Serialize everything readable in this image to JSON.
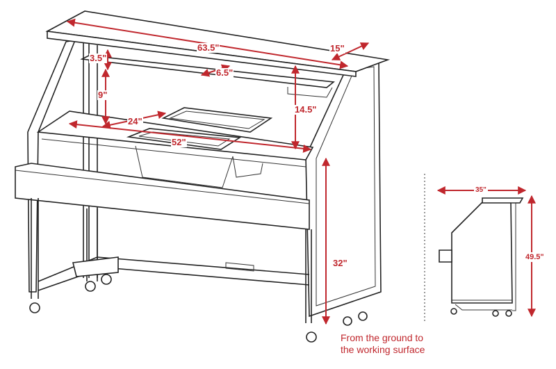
{
  "title": "Portable bar dimensions diagram",
  "accent_color": "#c0272d",
  "front_view": {
    "dimensions": {
      "top_length": "63.5\"",
      "top_depth": "15\"",
      "shelf_gap": "3.5\"",
      "shelf_depth": "6.5\"",
      "shelf_height": "9\"",
      "guard_height": "14.5\"",
      "work_depth": "24\"",
      "work_length": "52\"",
      "work_height": "32\""
    },
    "note_line1": "From the ground to",
    "note_line2": "the working surface"
  },
  "side_view": {
    "dimensions": {
      "depth": "35\"",
      "height": "49.5\""
    }
  }
}
